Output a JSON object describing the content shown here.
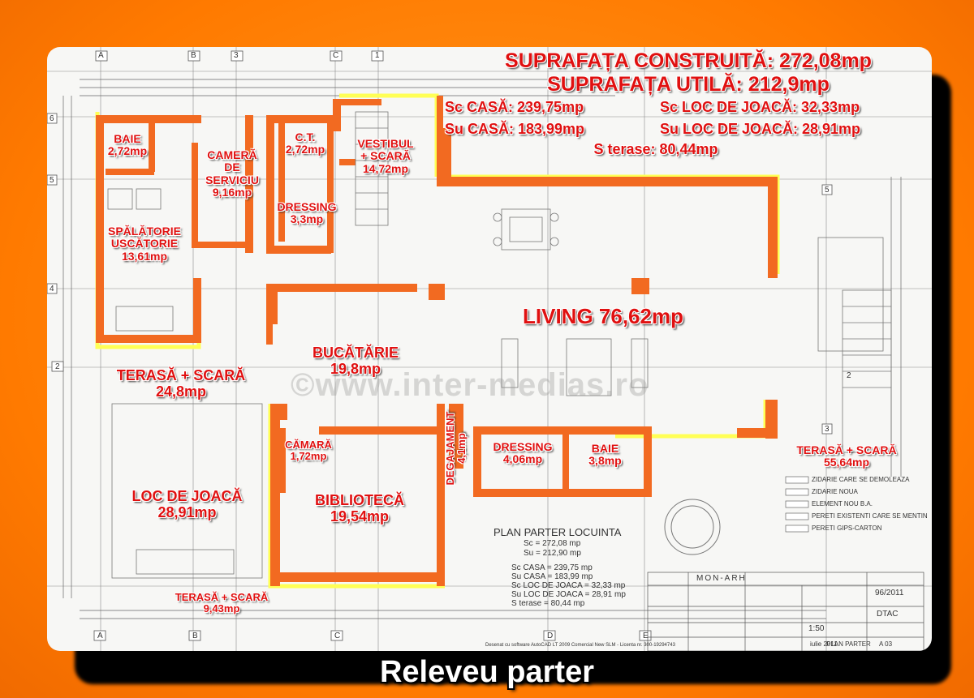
{
  "header": {
    "sc_total": "SUPRAFAȚA CONSTRUITĂ: 272,08mp",
    "su_total": "SUPRAFAȚA UTILĂ: 212,9mp",
    "sc_casa": "Sc CASĂ: 239,75mp",
    "sc_loc": "Sc LOC DE JOACĂ: 32,33mp",
    "su_casa": "Su CASĂ: 183,99mp",
    "su_loc": "Su LOC DE JOACĂ: 28,91mp",
    "s_terase": "S terase: 80,44mp"
  },
  "rooms": {
    "baie1": [
      "BAIE",
      "2,72mp"
    ],
    "camera": [
      "CAMERĂ",
      "DE",
      "SERVICIU",
      "9,16mp"
    ],
    "ct": [
      "C.T.",
      "2,72mp"
    ],
    "vestibul": [
      "VESTIBUL",
      "+ SCARĂ",
      "14,72mp"
    ],
    "dressing1": [
      "DRESSING",
      "3,3mp"
    ],
    "spalatorie": [
      "SPĂLĂTORIE",
      "USCĂTORIE",
      "13,61mp"
    ],
    "living": "LIVING  76,62mp",
    "bucatarie": [
      "BUCĂTĂRIE",
      "19,8mp"
    ],
    "terasa1": [
      "TERASĂ + SCARĂ",
      "24,8mp"
    ],
    "camara": [
      "CĂMARĂ",
      "1,72mp"
    ],
    "degajament": [
      "DEGAJAMENT",
      "4,1mp"
    ],
    "dressing2": [
      "DRESSING",
      "4,06mp"
    ],
    "baie2": [
      "BAIE",
      "3,8mp"
    ],
    "terasa2": [
      "TERASĂ + SCARĂ",
      "55,64mp"
    ],
    "loc": [
      "LOC DE JOACĂ",
      "28,91mp"
    ],
    "biblioteca": [
      "BIBLIOTECĂ",
      "19,54mp"
    ],
    "terasa3": [
      "TERASĂ + SCARĂ",
      "9,43mp"
    ]
  },
  "plan_box": {
    "title": "PLAN PARTER LOCUINTA",
    "lines": [
      "Sc = 272,08 mp",
      "Su = 212,90 mp",
      "",
      "Sc CASA = 239,75 mp",
      "Su CASA = 183,99 mp",
      "Sc LOC DE JOACA = 32,33 mp",
      "Su LOC DE JOACA = 28,91 mp",
      "S terase = 80,44 mp"
    ]
  },
  "legend": [
    "ZIDARIE CARE SE DEMOLEAZA",
    "ZIDARIE NOUA",
    "ELEMENT NOU B.A.",
    "PERETI EXISTENTI CARE SE MENTIN",
    "PERETI GIPS-CARTON"
  ],
  "title_block": {
    "firm": "MON-ARH",
    "project_no": "96/2011",
    "phase": "DTAC",
    "scale": "1:50",
    "sheet_name": "PLAN PARTER",
    "sheet_no": "A 03",
    "date": "iulie 2011",
    "footer": "Desenat cu software AutoCAD LT 2009 Comercial New SLM - Licenta nr. 300-19294743"
  },
  "grid_labels": {
    "top": [
      "A",
      "B",
      "3",
      "C",
      "1"
    ],
    "left": [
      "6",
      "5",
      "4",
      "2"
    ],
    "right": [
      "5",
      "3",
      "2"
    ],
    "bottom": [
      "A",
      "B",
      "C",
      "D",
      "E"
    ]
  },
  "watermark": "©www.inter-medias.ro",
  "caption": "Releveu parter",
  "colors": {
    "background": "#ff8a10",
    "wall": "#f26a21",
    "accent_text": "#e01010",
    "highlight": "#ffff66"
  }
}
